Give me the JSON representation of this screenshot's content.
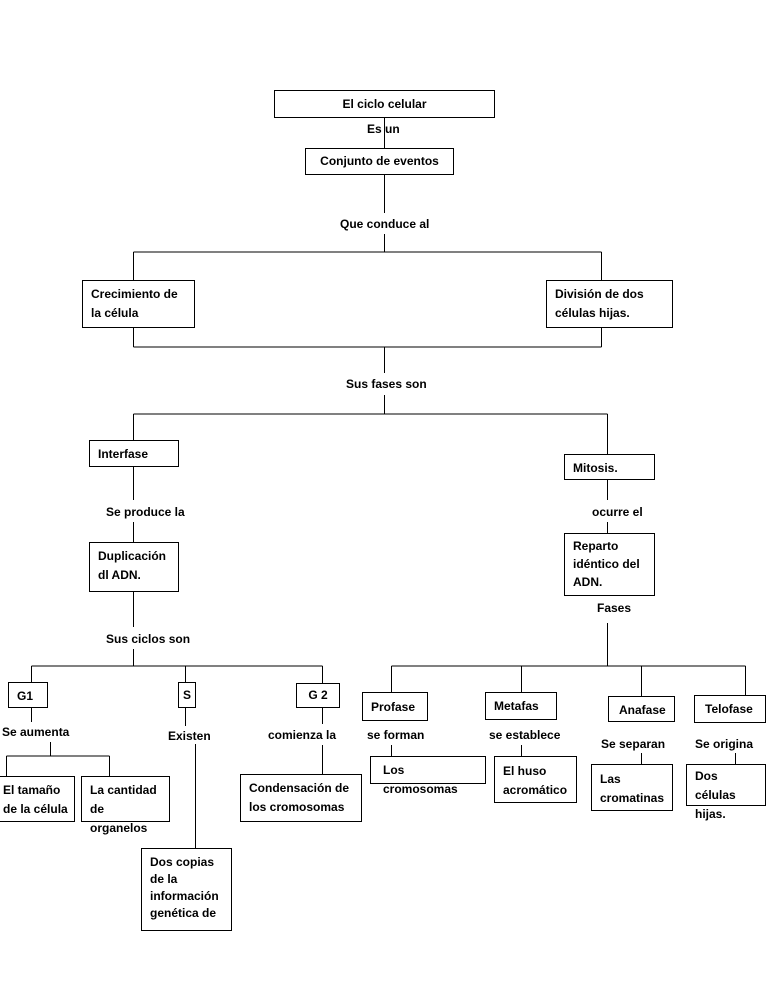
{
  "root": {
    "title": "El ciclo celular",
    "link": "Es un"
  },
  "conjunto": {
    "text": "Conjunto de eventos",
    "link": "Que conduce al"
  },
  "crecimiento": {
    "lines": [
      "Crecimiento de",
      "la célula"
    ]
  },
  "division": {
    "lines": [
      "División de dos",
      "células hijas."
    ]
  },
  "fases_link": "Sus fases son",
  "interfase": {
    "title": "Interfase",
    "link": "Se produce la",
    "duplicacion": [
      "Duplicación",
      "dl ADN."
    ],
    "ciclos_link": "Sus ciclos son",
    "g1": {
      "title": "G1",
      "link": "Se aumenta",
      "leaf1": [
        "El tamaño",
        "de la célula"
      ],
      "leaf2": [
        "La cantidad",
        "de organelos"
      ]
    },
    "s": {
      "title": "S",
      "link": "Existen",
      "leaf": [
        "Dos copias",
        "de la",
        "información",
        "genética de"
      ]
    },
    "g2": {
      "title": "G 2",
      "link": "comienza  la",
      "leaf": [
        "Condensación de",
        "los cromosomas"
      ]
    }
  },
  "mitosis": {
    "title": "Mitosis.",
    "link": "ocurre el",
    "reparto": [
      "Reparto",
      "idéntico del",
      "ADN."
    ],
    "fases_link": "Fases",
    "profase": {
      "title": "Profase",
      "link": "se forman",
      "leaf": [
        "Los cromosomas"
      ]
    },
    "metafase": {
      "title": "Metafas",
      "link": "se establece",
      "leaf": [
        "El huso",
        "acromático"
      ]
    },
    "anafase": {
      "title": "Anafase",
      "link": "Se separan",
      "leaf": [
        "Las",
        "cromatinas"
      ]
    },
    "telofase": {
      "title": "Telofase",
      "link": "Se origina",
      "leaf": [
        "Dos células",
        "hijas."
      ]
    }
  }
}
